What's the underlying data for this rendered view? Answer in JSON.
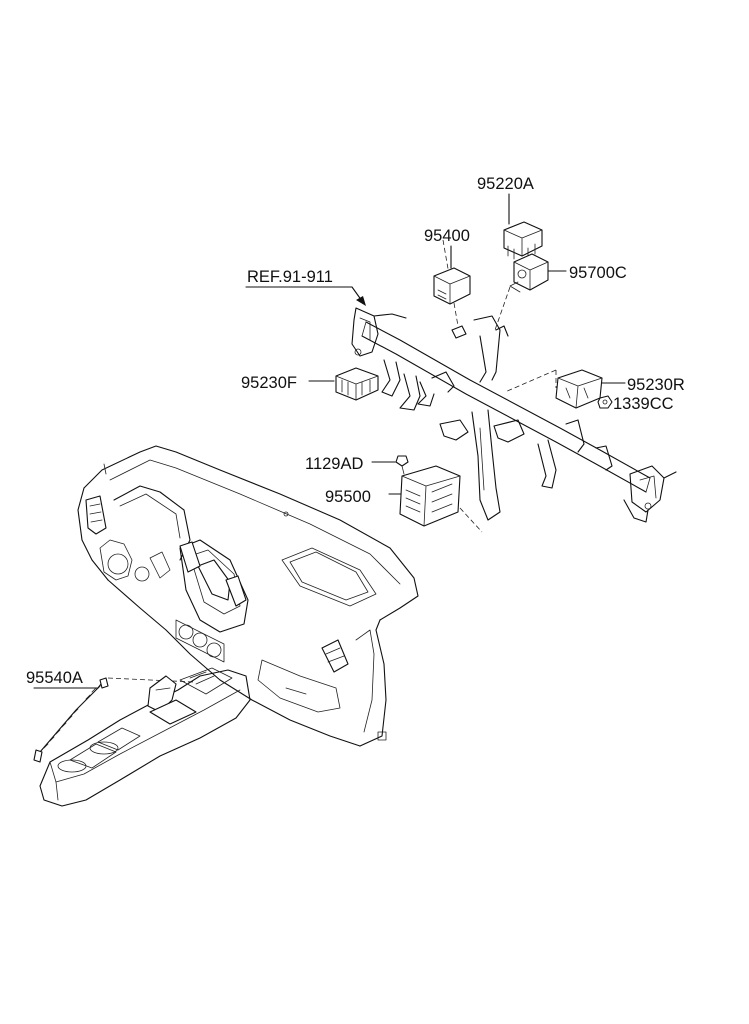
{
  "diagram": {
    "callouts": {
      "p95220A": "95220A",
      "p95400": "95400",
      "p95700C": "95700C",
      "ref": "REF.91-911",
      "p95230F": "95230F",
      "p95230R": "95230R",
      "p1339CC": "1339CC",
      "p1129AD": "1129AD",
      "p95500": "95500",
      "p95540A": "95540A"
    }
  }
}
